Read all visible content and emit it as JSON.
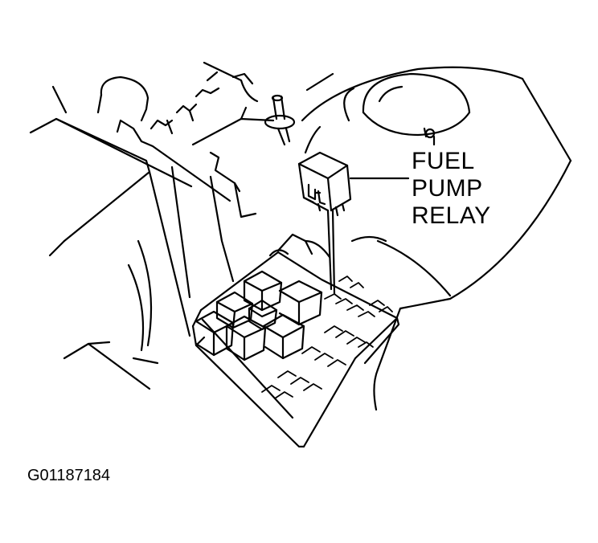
{
  "label": {
    "lines": [
      "FUEL",
      "PUMP",
      "RELAY"
    ]
  },
  "figure_id": "G01187184"
}
